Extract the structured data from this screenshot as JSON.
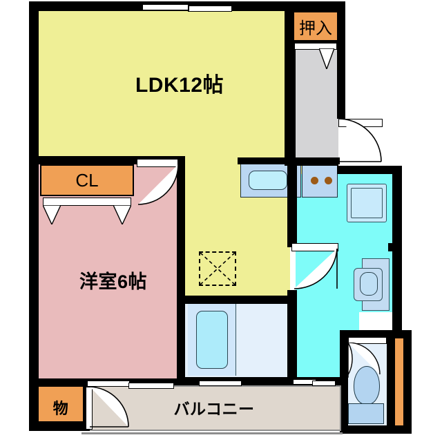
{
  "plan": {
    "type": "japanese-floor-plan",
    "layout_type": "1LDK",
    "background_color": "#ffffff",
    "wall_color": "#000000"
  },
  "rooms": [
    {
      "key": "ldk",
      "label": "LDK12帖",
      "name_en": "Living Dining Kitchen 12 tatami",
      "color": "#EFEF96"
    },
    {
      "key": "bedroom",
      "label": "洋室6帖",
      "name_en": "Western-style room 6 tatami",
      "color": "#E9BBBC"
    },
    {
      "key": "closet",
      "label": "CL",
      "name_en": "Closet",
      "color": "#F0A055"
    },
    {
      "key": "oshiire",
      "label": "押入",
      "name_en": "Oshiire closet",
      "color": "#F0A055"
    },
    {
      "key": "storage",
      "label": "物",
      "name_en": "Storage",
      "color": "#F0A055"
    },
    {
      "key": "balcony",
      "label": "バルコニー",
      "name_en": "Balcony",
      "color": "#DFD7CE"
    },
    {
      "key": "washroom",
      "label": "",
      "name_en": "Washroom / Vanity",
      "color": "#7FFCF9"
    },
    {
      "key": "bathroom",
      "label": "",
      "name_en": "Bathroom unit",
      "color": "#E4F0FB"
    },
    {
      "key": "toilet",
      "label": "",
      "name_en": "Toilet",
      "color": "#E4F0FB"
    },
    {
      "key": "entry",
      "label": "",
      "name_en": "Entrance hall",
      "color": "#D4D4D6"
    }
  ],
  "fixtures": {
    "kitchen_sink": "sink-basin",
    "kitchen_stove": "two-burner-stove",
    "stove_burner_color": "#9C5A17",
    "bathtub": "bathtub",
    "bathtub_color": "#ADEBFA",
    "washer_pan": "washing-machine-pan",
    "washer_pan_color": "#C8EAFB",
    "vanity": "washbasin-vanity",
    "vanity_color": "#C2DCF2",
    "toilet_bowl": "toilet-bowl",
    "toilet_bowl_color": "#B3D4F0",
    "counter_color": "#BBD7F2"
  },
  "openings": {
    "ldk_top_window": "sliding-window",
    "ldk_bottom_window": "sliding-window",
    "balcony_window": "sliding-window",
    "entrance_door": "hinged-door",
    "bedroom_door": "hinged-door",
    "washroom_door": "hinged-door",
    "toilet_door": "hinged-door",
    "storage_door": "hinged-door",
    "oshiire_door": "hinged-door",
    "pipe_shaft": "pipe-shaft-hatch"
  }
}
